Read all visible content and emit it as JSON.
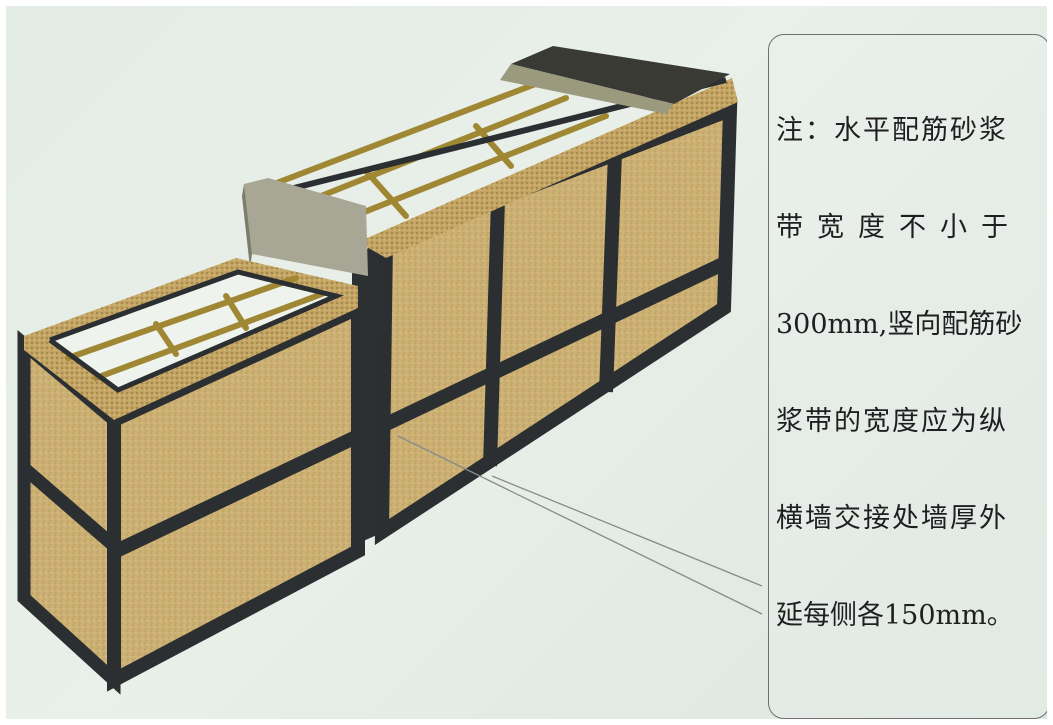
{
  "note": {
    "lines": [
      "注：水平配筋砂浆",
      "带宽度不小于",
      "300mm,竖向配筋砂",
      "浆带的宽度应为纵",
      "横墙交接处墙厚外",
      "延每侧各150mm。"
    ]
  },
  "colors": {
    "background": "#e6ede7",
    "panel": "#c9ad72",
    "frame": "#2b2f32",
    "mortar_band": "#b89656",
    "rebar": "#a88d3e"
  }
}
